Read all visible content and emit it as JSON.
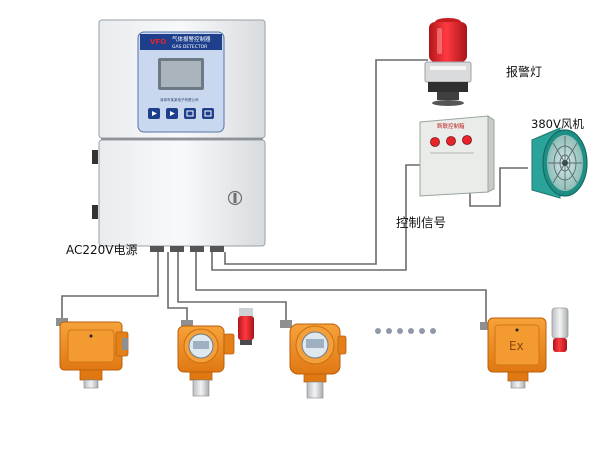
{
  "labels": {
    "alarm_light": "报警灯",
    "fan": "380V风机",
    "control_signal": "控制信号",
    "power": "AC220V电源"
  },
  "controller": {
    "brand": "VFO",
    "title_cn": "气体报警控制器",
    "title_en": "GAS DETECTOR",
    "company": "深圳市某某电子有限公司"
  },
  "relay_box": {
    "title": "断联控制箱"
  },
  "detector": {
    "ex_mark": "Ex"
  },
  "colors": {
    "wire": "#6a6a6a",
    "detector_orange": "#f08a1c",
    "controller_panel": "#c9d8ef",
    "alarm_red": "#e8232a",
    "fan_green": "#2aa39a"
  }
}
